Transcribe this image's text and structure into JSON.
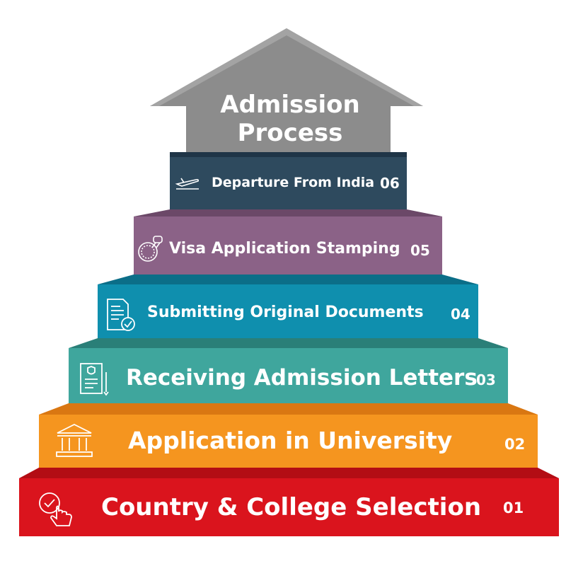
{
  "title": "Admission\nProcess",
  "steps": [
    {
      "label": "Country & College Selection",
      "number": "01",
      "color": "#d9131c",
      "icon": "hand-pointer-check-icon"
    },
    {
      "label": "Application in University",
      "number": "02",
      "color": "#f5921d",
      "icon": "university-building-icon"
    },
    {
      "label": "Receiving Admission Letters",
      "number": "03",
      "color": "#3a9e95",
      "icon": "admission-letter-icon"
    },
    {
      "label": "Submitting Original Documents",
      "number": "04",
      "color": "#0e8aa8",
      "icon": "document-check-icon"
    },
    {
      "label": "Visa Application Stamping",
      "number": "05",
      "color": "#8a5f86",
      "icon": "stamp-icon"
    },
    {
      "label": "Departure From India",
      "number": "06",
      "color": "#2e4a5e",
      "icon": "airplane-takeoff-icon"
    }
  ],
  "arrow_color": "#8a8a8a"
}
